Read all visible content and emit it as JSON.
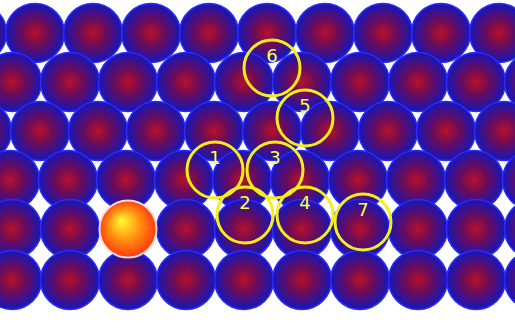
{
  "diagram": {
    "nodes": [
      {
        "text": [
          "6"
        ]
      },
      {
        "text": [
          "5"
        ]
      },
      {
        "text": [
          "1"
        ]
      },
      {
        "text": [
          "3"
        ]
      },
      {
        "text": [
          "2"
        ]
      },
      {
        "text": [
          "4"
        ]
      },
      {
        "text": [
          "7"
        ]
      }
    ]
  }
}
